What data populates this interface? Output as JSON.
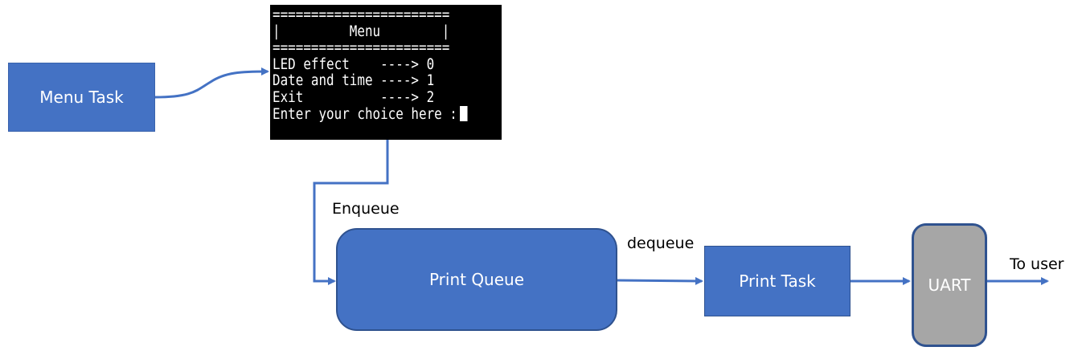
{
  "boxes": {
    "menu_task": "Menu Task",
    "print_queue": "Print Queue",
    "print_task": "Print Task",
    "uart": "UART"
  },
  "terminal": {
    "lines": [
      "=======================",
      "|         Menu        |",
      "=======================",
      "LED effect    ----> 0",
      "Date and time ----> 1",
      "Exit          ----> 2",
      "Enter your choice here :"
    ]
  },
  "labels": {
    "enqueue": "Enqueue",
    "dequeue": "dequeue",
    "to_user": "To user"
  },
  "colors": {
    "box_fill": "#4472c4",
    "box_border": "#2f528f",
    "uart_fill": "#a6a6a6",
    "connector": "#4472c4",
    "terminal_bg": "#000000"
  }
}
